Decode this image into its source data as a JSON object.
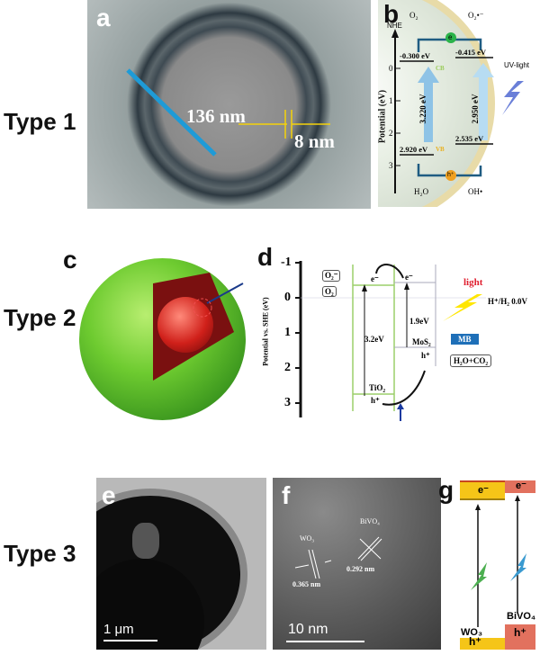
{
  "rows": [
    {
      "label": "Type 1"
    },
    {
      "label": "Type 2"
    },
    {
      "label": "Type 3"
    }
  ],
  "panel_a": {
    "letter": "a",
    "diameter": "136 nm",
    "shell": "8 nm"
  },
  "panel_b": {
    "letter": "b",
    "axis_title": "Potential (eV)",
    "axis_ref": "NHE",
    "ticks": [
      "0",
      "1",
      "2",
      "3"
    ],
    "o2": "O₂",
    "o2_radical": "O₂•⁻",
    "electron": "e",
    "hole": "h⁺",
    "h2o": "H₂O",
    "oh": "OH•",
    "cb_left": "-0.300 eV",
    "cb_right": "-0.415 eV",
    "vb_left": "2.920 eV",
    "vb_right": "2.535 eV",
    "gap_left": "3.220 eV",
    "gap_right": "2.950 eV",
    "cb": "CB",
    "vb": "VB",
    "light": "UV-light"
  },
  "panel_c": {
    "letter": "c"
  },
  "panel_d": {
    "letter": "d",
    "axis_title": "Potential vs. SHE (eV)",
    "ticks": [
      "-1",
      "0",
      "1",
      "2",
      "3"
    ],
    "o2_radical": "O₂⁻",
    "o2": "O₂",
    "e1": "e⁻",
    "e2": "e⁻",
    "h1": "h⁺",
    "h2": "h⁺",
    "gap_tio2": "3.2eV",
    "gap_mos2": "1.9eV",
    "tio2": "TiO₂",
    "mos2": "MoS₂",
    "light": "light",
    "ref": "H⁺/H₂  0.0V",
    "mb": "MB",
    "products": "H₂O+CO₂"
  },
  "panel_e": {
    "letter": "e",
    "scale": "1 μm"
  },
  "panel_f": {
    "letter": "f",
    "scale": "10 nm",
    "wo3": "WO₃",
    "bivo4": "BiVO₄",
    "d_wo3": "0.365 nm",
    "d_bivo4": "0.292 nm"
  },
  "panel_g": {
    "letter": "g",
    "e_left": "e⁻",
    "e_right": "e⁻",
    "h_left": "h⁺",
    "h_right": "h⁺",
    "wo3": "WO₃",
    "bivo4": "BiVO₄"
  },
  "colors": {
    "yellow": "#f5c518",
    "salmon": "#e2715e",
    "blue": "#1e9bd7",
    "green": "#8dc63f"
  }
}
